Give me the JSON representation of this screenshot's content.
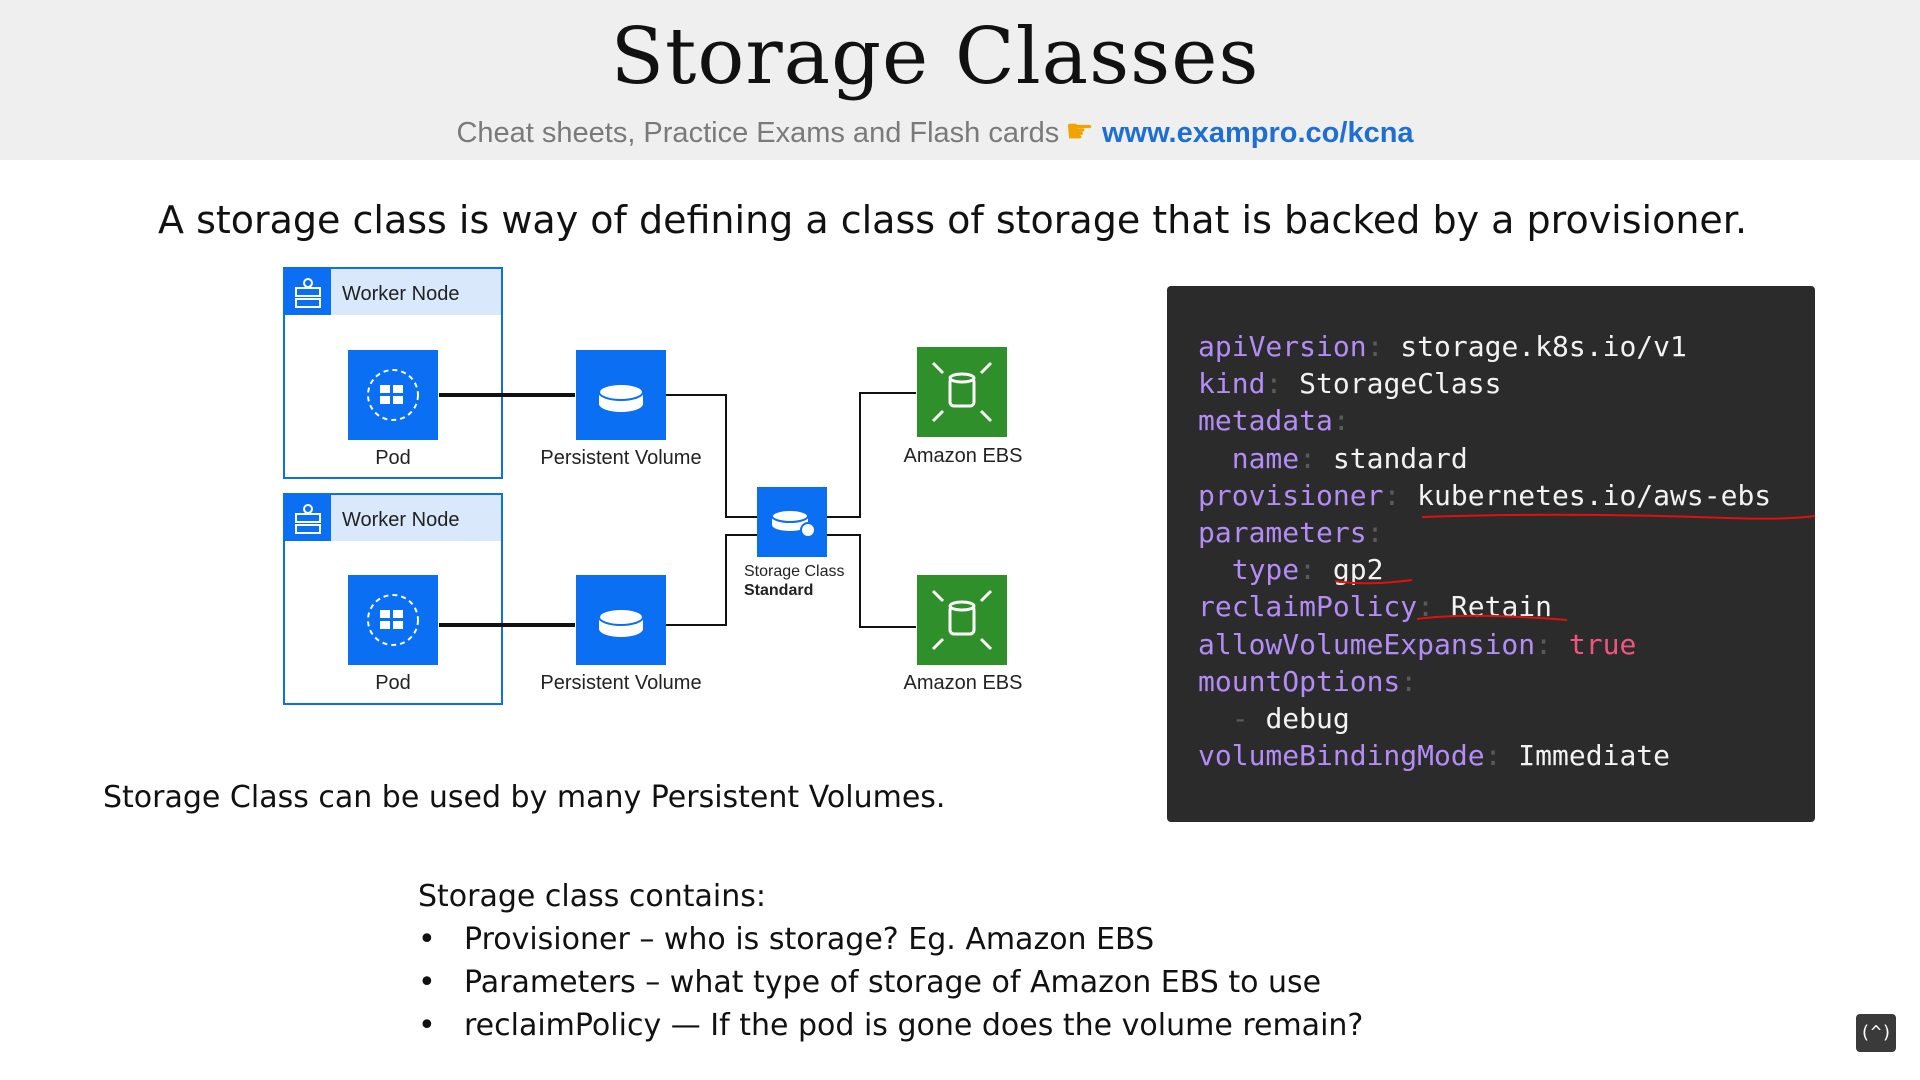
{
  "header": {
    "title": "Storage Classes",
    "subtitle": "Cheat sheets, Practice Exams and Flash cards",
    "link": "www.exampro.co/kcna"
  },
  "intro": "A storage class is  way of defining a class of storage that is backed by a provisioner.",
  "diagram": {
    "worker_node_1": "Worker Node",
    "worker_node_2": "Worker Node",
    "pod_1": "Pod",
    "pod_2": "Pod",
    "pv_1": "Persistent Volume",
    "pv_2": "Persistent Volume",
    "storage_class_line1": "Storage Class",
    "storage_class_line2": "Standard",
    "ebs_1": "Amazon EBS",
    "ebs_2": "Amazon EBS",
    "colors": {
      "k8s_blue": "#0a6ff2",
      "aws_green": "#2f8f2a",
      "node_bg": "#d9e8fb"
    }
  },
  "note": "Storage Class can be used by many Persistent Volumes.",
  "contains": {
    "heading": "Storage class contains:",
    "items": [
      "Provisioner – who is storage? Eg. Amazon EBS",
      "Parameters – what type of storage of Amazon EBS to use",
      "reclaimPolicy — If the pod is gone does the volume remain?"
    ]
  },
  "code": {
    "lines": [
      {
        "key": "apiVersion",
        "value": "storage.k8s.io/v1"
      },
      {
        "key": "kind",
        "value": "StorageClass"
      },
      {
        "key": "metadata",
        "value": ""
      },
      {
        "key": "name",
        "value": "standard"
      },
      {
        "key": "provisioner",
        "value": "kubernetes.io/aws-ebs"
      },
      {
        "key": "parameters",
        "value": ""
      },
      {
        "key": "type",
        "value": "gp2"
      },
      {
        "key": "reclaimPolicy",
        "value": "Retain"
      },
      {
        "key": "allowVolumeExpansion",
        "value": "true"
      },
      {
        "key": "mountOptions",
        "value": ""
      },
      {
        "key": "",
        "value": "debug"
      },
      {
        "key": "volumeBindingMode",
        "value": "Immediate"
      }
    ]
  },
  "logo": "(^)"
}
